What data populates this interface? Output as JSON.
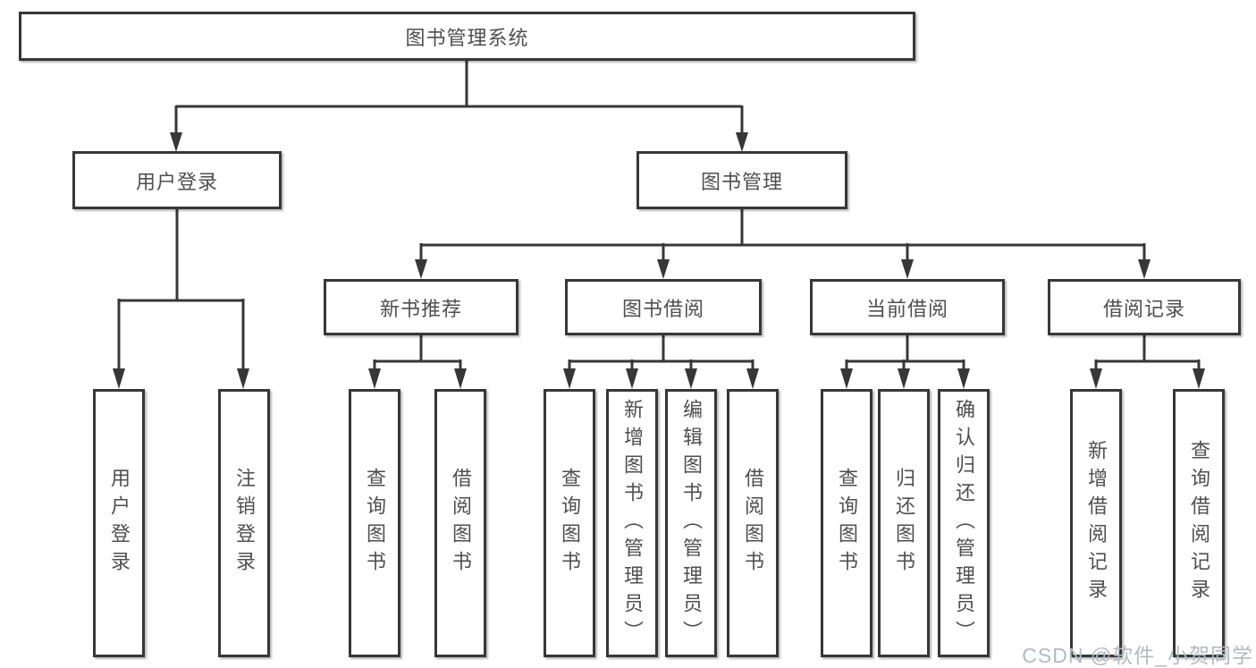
{
  "colors": {
    "line": "#373737",
    "text": "#4f4f4f",
    "watermark": "#b4bac0",
    "background": "#ffffff"
  },
  "tree": {
    "root": "图书管理系统",
    "branches": [
      {
        "label": "用户登录",
        "leaves": [
          "用户登录",
          "注销登录"
        ]
      },
      {
        "label": "图书管理",
        "groups": [
          {
            "label": "新书推荐",
            "leaves": [
              "查询图书",
              "借阅图书"
            ]
          },
          {
            "label": "图书借阅",
            "leaves": [
              "查询图书",
              "新增图书（管理员）",
              "编辑图书（管理员）",
              "借阅图书"
            ]
          },
          {
            "label": "当前借阅",
            "leaves": [
              "查询图书",
              "归还图书",
              "确认归还（管理员）"
            ]
          },
          {
            "label": "借阅记录",
            "leaves": [
              "新增借阅记录",
              "查询借阅记录"
            ]
          }
        ]
      }
    ]
  },
  "watermark": {
    "text": "CSDN @软件_小贺同学"
  }
}
